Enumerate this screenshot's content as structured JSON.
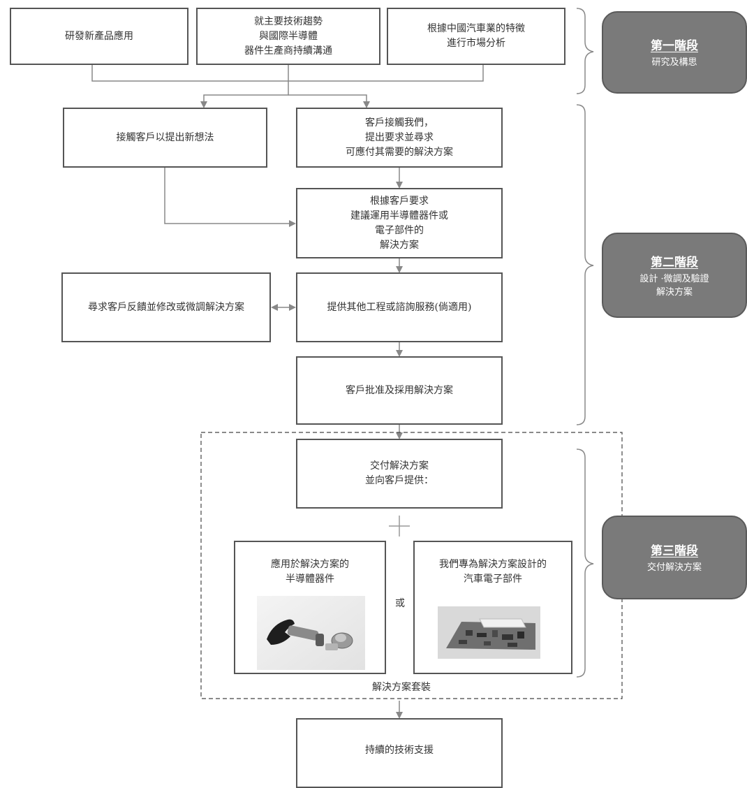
{
  "phase1": {
    "boxes": {
      "new_app": "研發新產品應用",
      "tech_trend": "就主要技術趨勢\n與國際半導體\n器件生產商持續溝通",
      "market": "根據中國汽車業的特徵\n進行市場分析"
    },
    "stage": {
      "title": "第一階段",
      "desc": "研究及構思"
    }
  },
  "phase2": {
    "boxes": {
      "contact_clients": "接觸客戶以提出新想法",
      "clients_contact_us": "客戶接觸我們，\n提出要求並尋求\n可應付其需要的解決方案",
      "propose": "根據客戶要求\n建議運用半導體器件或\n電子部件的\n解決方案",
      "feedback": "尋求客戶反饋並修改或微調解決方案",
      "engineering": "提供其他工程或諮詢服務(倘適用)",
      "approval": "客戶批准及採用解決方案"
    },
    "stage": {
      "title": "第二階段",
      "desc": "設計 ·微調及驗證\n解決方案"
    }
  },
  "phase3": {
    "boxes": {
      "deliver": "交付解決方案\n並向客戶提供：",
      "semiconductors": "應用於解決方案的\n半導體器件",
      "auto_parts": "我們專為解決方案設計的\n汽車電子部件"
    },
    "plus_symbol": "+",
    "or_label": "或",
    "package_label": "解決方案套裝",
    "stage": {
      "title": "第三階段",
      "desc": "交付解決方案"
    }
  },
  "support": "持續的技術支援",
  "colors": {
    "box_border": "#555555",
    "arrow": "#888888",
    "stage_fill": "#7a7a7a",
    "stage_text": "#ffffff"
  }
}
